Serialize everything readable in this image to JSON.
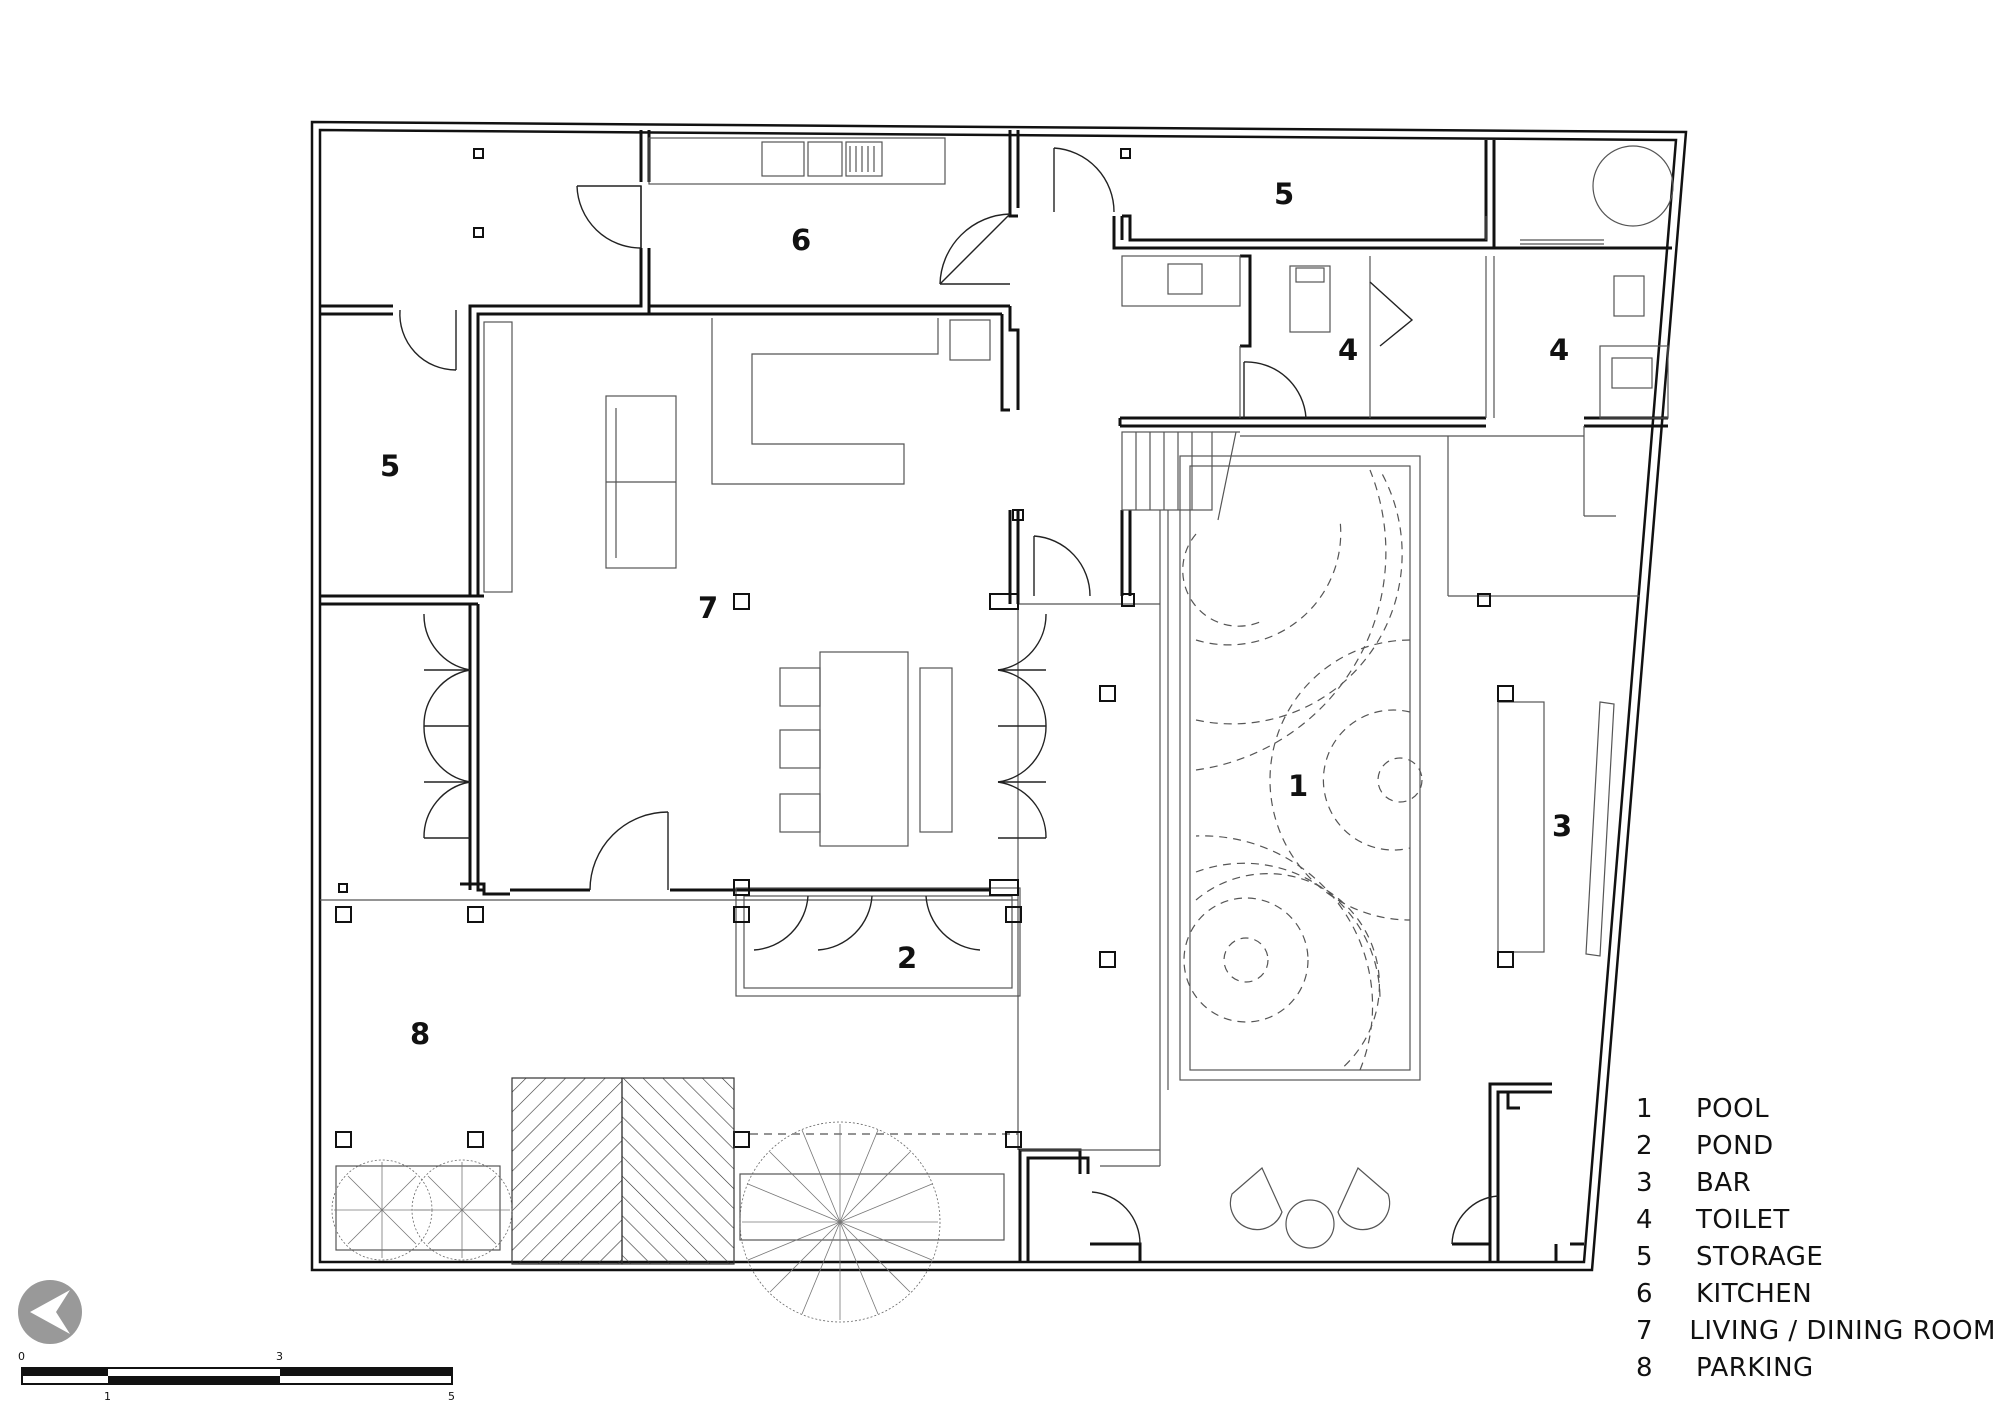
{
  "rooms": {
    "r1": "1",
    "r2": "2",
    "r3": "3",
    "r4a": "4",
    "r4b": "4",
    "r5a": "5",
    "r5b": "5",
    "r6": "6",
    "r7": "7",
    "r8": "8"
  },
  "legend": [
    {
      "num": "1",
      "name": "POOL"
    },
    {
      "num": "2",
      "name": "POND"
    },
    {
      "num": "3",
      "name": "BAR"
    },
    {
      "num": "4",
      "name": "TOILET"
    },
    {
      "num": "5",
      "name": "STORAGE"
    },
    {
      "num": "6",
      "name": "KITCHEN"
    },
    {
      "num": "7",
      "name": "LIVING / DINING ROOM"
    },
    {
      "num": "8",
      "name": "PARKING"
    }
  ],
  "scale": {
    "t0": "0",
    "t1": "1",
    "t3": "3",
    "t5": "5"
  },
  "icons": {
    "north": "north-arrow-icon"
  }
}
